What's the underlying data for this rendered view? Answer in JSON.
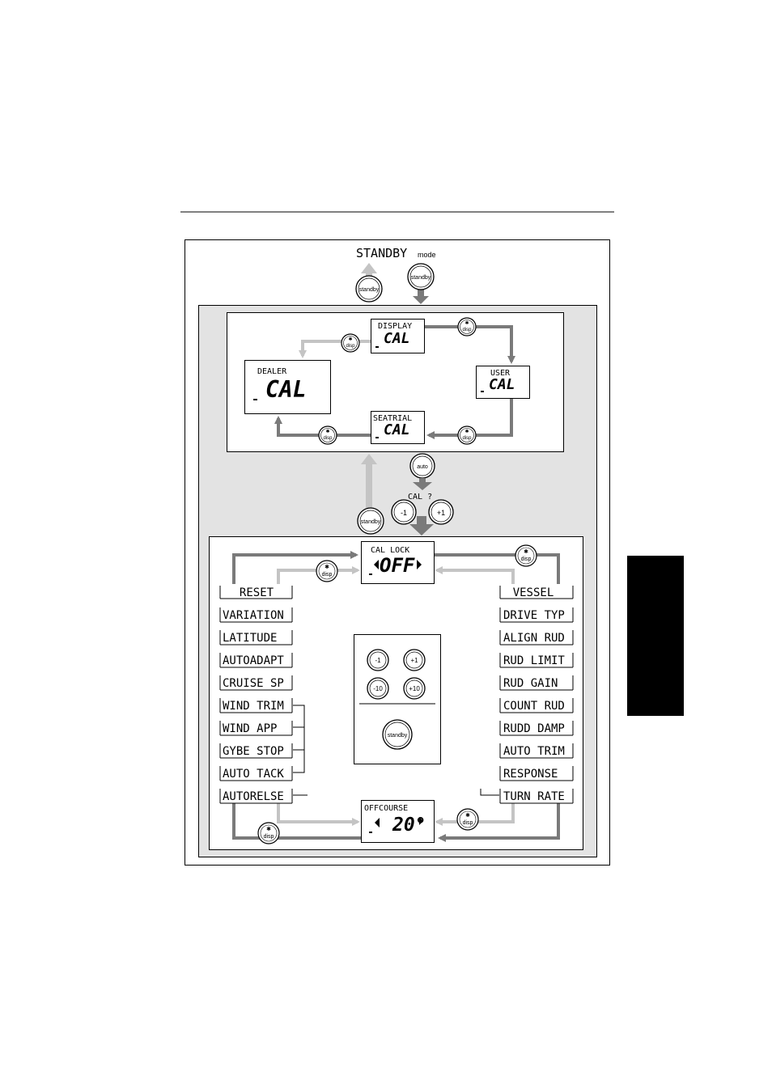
{
  "header": {
    "title": "STANDBY",
    "title_suffix": "mode"
  },
  "buttons": {
    "standby": "standby",
    "disp": "disp",
    "auto": "auto",
    "minus1": "-1",
    "plus1": "+1",
    "minus10": "-10",
    "plus10": "+10"
  },
  "cal_screens": {
    "display": {
      "label": "DISPLAY",
      "value": "CAL"
    },
    "user": {
      "label": "USER",
      "value": "CAL"
    },
    "seatrial": {
      "label": "SEATRIAL",
      "value": "CAL"
    },
    "dealer": {
      "label": "DEALER",
      "value": "CAL"
    }
  },
  "cal_prompt": "CAL ?",
  "cal_lock": {
    "label": "CAL LOCK",
    "value": "OFF"
  },
  "offcourse": {
    "label": "OFFCOURSE",
    "value": "20°"
  },
  "left_menu": [
    "RESET",
    "VARIATION",
    "LATITUDE",
    "AUTOADAPT",
    "CRUISE SP",
    "WIND TRIM",
    "WIND  APP",
    "GYBE STOP",
    "AUTO TACK",
    "AUTORELSE"
  ],
  "right_menu": [
    "VESSEL",
    "DRIVE TYP",
    "ALIGN RUD",
    "RUD LIMIT",
    "RUD GAIN",
    "COUNT RUD",
    "RUDD DAMP",
    "AUTO TRIM",
    "RESPONSE",
    "TURN RATE"
  ],
  "colors": {
    "dark_arrow": "#7a7a7a",
    "light_arrow": "#c4c4c4",
    "panel": "#e3e3e3",
    "tab": "#000000"
  }
}
